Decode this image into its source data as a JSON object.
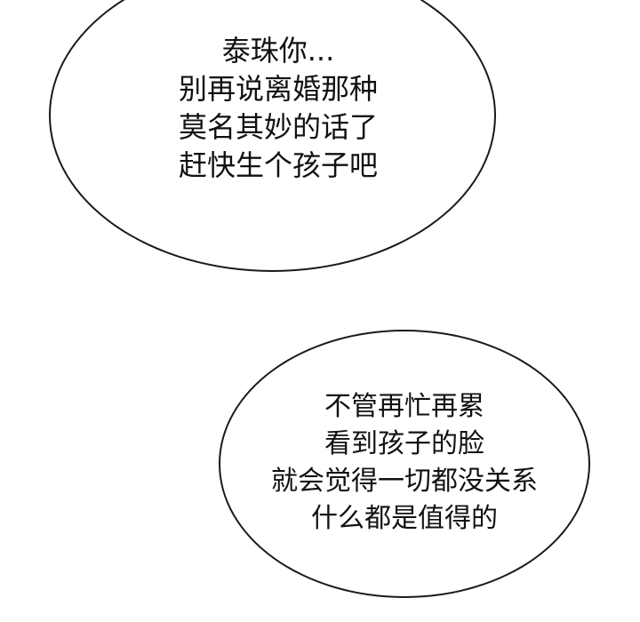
{
  "bubbles": [
    {
      "lines": [
        "泰珠你...",
        "别再说离婚那种",
        "莫名其妙的话了",
        "赶快生个孩子吧"
      ]
    },
    {
      "lines": [
        "不管再忙再累",
        "看到孩子的脸",
        "就会觉得一切都没关系",
        "什么都是值得的"
      ]
    }
  ],
  "colors": {
    "background": "#ffffff",
    "outline": "#1a1a1a",
    "text": "#111111"
  }
}
